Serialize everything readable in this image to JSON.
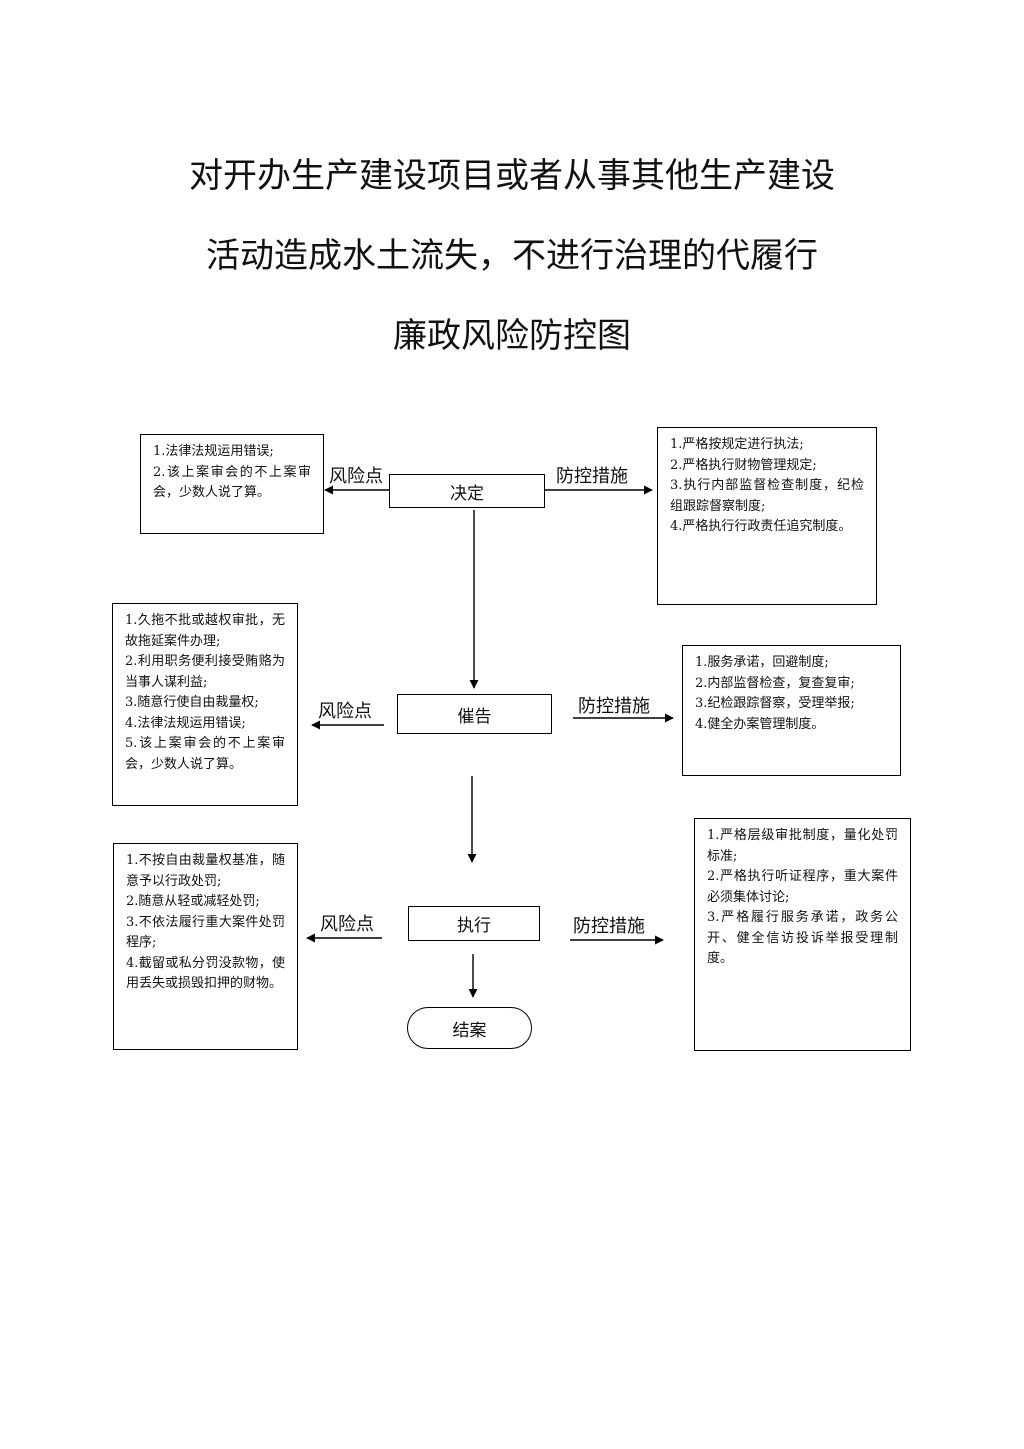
{
  "title": {
    "line1": "对开办生产建设项目或者从事其他生产建设",
    "line2": "活动造成水土流失，不进行治理的代履行",
    "line3": "廉政风险防控图"
  },
  "nodes": {
    "decide": "决定",
    "urge": "催告",
    "execute": "执行",
    "close": "结案"
  },
  "labels": {
    "risk_point": "风险点",
    "control_measure": "防控措施"
  },
  "risk_boxes": {
    "decide": [
      "1.法律法规运用错误;",
      "2.该上案审会的不上案审会，少数人说了算。"
    ],
    "urge": [
      "1.久拖不批或越权审批，无故拖延案件办理;",
      "2.利用职务便利接受贿赂为当事人谋利益;",
      "3.随意行使自由裁量权;",
      "4.法律法规运用错误;",
      "5.该上案审会的不上案审会，少数人说了算。"
    ],
    "execute": [
      "1.不按自由裁量权基准，随意予以行政处罚;",
      "2.随意从轻或减轻处罚;",
      "3.不依法履行重大案件处罚程序;",
      "4.截留或私分罚没款物，使用丢失或损毁扣押的财物。"
    ]
  },
  "measure_boxes": {
    "decide": [
      "1.严格按规定进行执法;",
      "2.严格执行财物管理规定;",
      "3.执行内部监督检查制度，纪检组跟踪督察制度;",
      "4.严格执行行政责任追究制度。"
    ],
    "urge": [
      "1.服务承诺，回避制度;",
      "2.内部监督检查，复查复审;",
      "3.纪检跟踪督察，受理举报;",
      "4.健全办案管理制度。"
    ],
    "execute": [
      "1.严格层级审批制度，量化处罚标准;",
      "2.严格执行听证程序，重大案件必须集体讨论;",
      "3.严格履行服务承诺，政务公开、健全信访投诉举报受理制度。"
    ]
  }
}
